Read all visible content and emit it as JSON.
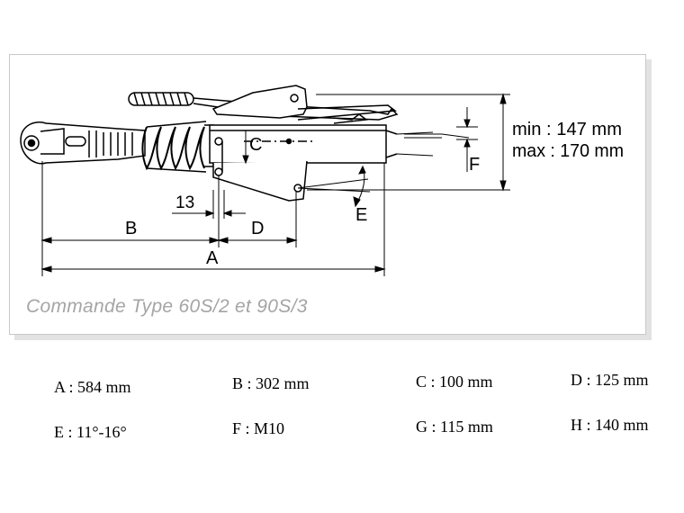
{
  "diagram": {
    "caption": "Commande Type 60S/2 et 90S/3",
    "labels": {
      "B": "B",
      "D": "D",
      "A": "A",
      "C": "C",
      "E": "E",
      "F": "F",
      "thirteen": "13",
      "min": "min : 147 mm",
      "max": "max : 170 mm"
    }
  },
  "dimensions": [
    {
      "key": "A",
      "text": "A : 584 mm"
    },
    {
      "key": "B",
      "text": "B : 302 mm"
    },
    {
      "key": "C",
      "text": "C : 100 mm"
    },
    {
      "key": "D",
      "text": "D : 125 mm"
    },
    {
      "key": "E",
      "text": "E : 11°-16°"
    },
    {
      "key": "F",
      "text": "F : M10"
    },
    {
      "key": "G",
      "text": "G : 115 mm"
    },
    {
      "key": "H",
      "text": "H : 140 mm"
    }
  ],
  "colors": {
    "line": "#000000",
    "caption": "#a5a5a5",
    "frame": "#c9c9c9"
  }
}
